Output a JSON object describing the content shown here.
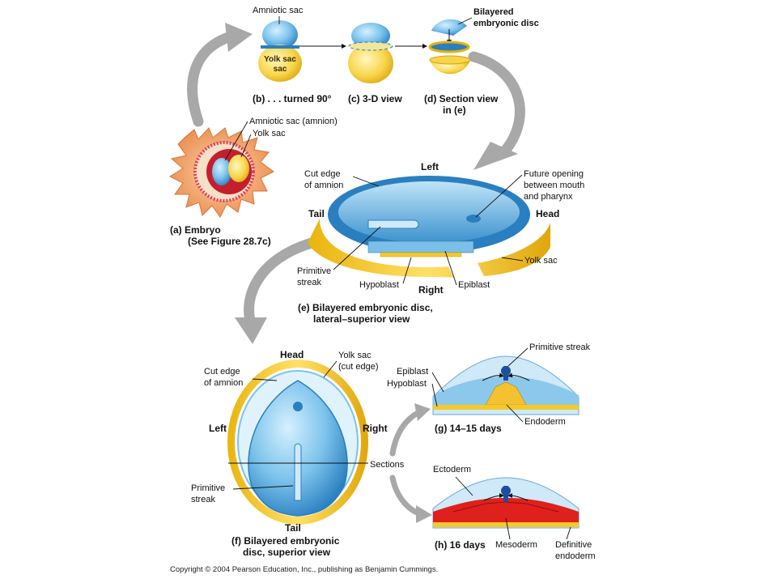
{
  "labels": {
    "amniotic_sac": "Amniotic sac",
    "yolk_sac_inner": "Yolk sac",
    "bilayered_disc_line1": "Bilayered",
    "bilayered_disc_line2": "embryonic disc",
    "cap_b": "(b) . . . turned 90°",
    "cap_c": "(c) 3-D view",
    "cap_d_line1": "(d) Section view",
    "cap_d_line2": "in (e)",
    "amniotic_sac_amnion": "Amniotic sac (amnion)",
    "yolk_sac_a": "Yolk sac",
    "cap_a_line1": "(a) Embryo",
    "cap_a_line2": "(See Figure 28.7c)",
    "cut_edge_amnion_e_line1": "Cut edge",
    "cut_edge_amnion_e_line2": "of amnion",
    "left_e": "Left",
    "future_opening_line1": "Future opening",
    "future_opening_line2": "between mouth",
    "future_opening_line3": "and pharynx",
    "tail_e": "Tail",
    "head_e": "Head",
    "yolk_sac_e": "Yolk sac",
    "primitive_streak_e_line1": "Primitive",
    "primitive_streak_e_line2": "streak",
    "hypoblast_e": "Hypoblast",
    "right_e": "Right",
    "epiblast_e": "Epiblast",
    "cap_e_line1": "(e) Bilayered embryonic disc,",
    "cap_e_line2": "lateral–superior view",
    "head_f": "Head",
    "yolk_sac_cut_line1": "Yolk sac",
    "yolk_sac_cut_line2": "(cut edge)",
    "cut_edge_amnion_f_line1": "Cut edge",
    "cut_edge_amnion_f_line2": "of amnion",
    "left_f": "Left",
    "right_f": "Right",
    "sections": "Sections",
    "primitive_streak_f_line1": "Primitive",
    "primitive_streak_f_line2": "streak",
    "tail_f": "Tail",
    "cap_f_line1": "(f) Bilayered embryonic",
    "cap_f_line2": "disc, superior view",
    "primitive_streak_g": "Primitive streak",
    "epiblast_g": "Epiblast",
    "hypoblast_g": "Hypoblast",
    "endoderm_g": "Endoderm",
    "cap_g": "(g) 14–15 days",
    "ectoderm_h": "Ectoderm",
    "mesoderm_h": "Mesoderm",
    "definitive_endoderm_line1": "Definitive",
    "definitive_endoderm_line2": "endoderm",
    "cap_h": "(h) 16 days"
  },
  "copyright": "Copyright © 2004 Pearson Education, Inc., publishing as Benjamin Cummings.",
  "colors": {
    "amnion_blue": "#6fb7e3",
    "deep_blue": "#2a7fc0",
    "yolk_yellow": "#f5c92a",
    "embryo_orange": "#f0a060",
    "mesoderm_red": "#e0201c",
    "arrow_gray": "#a8a8a8"
  }
}
